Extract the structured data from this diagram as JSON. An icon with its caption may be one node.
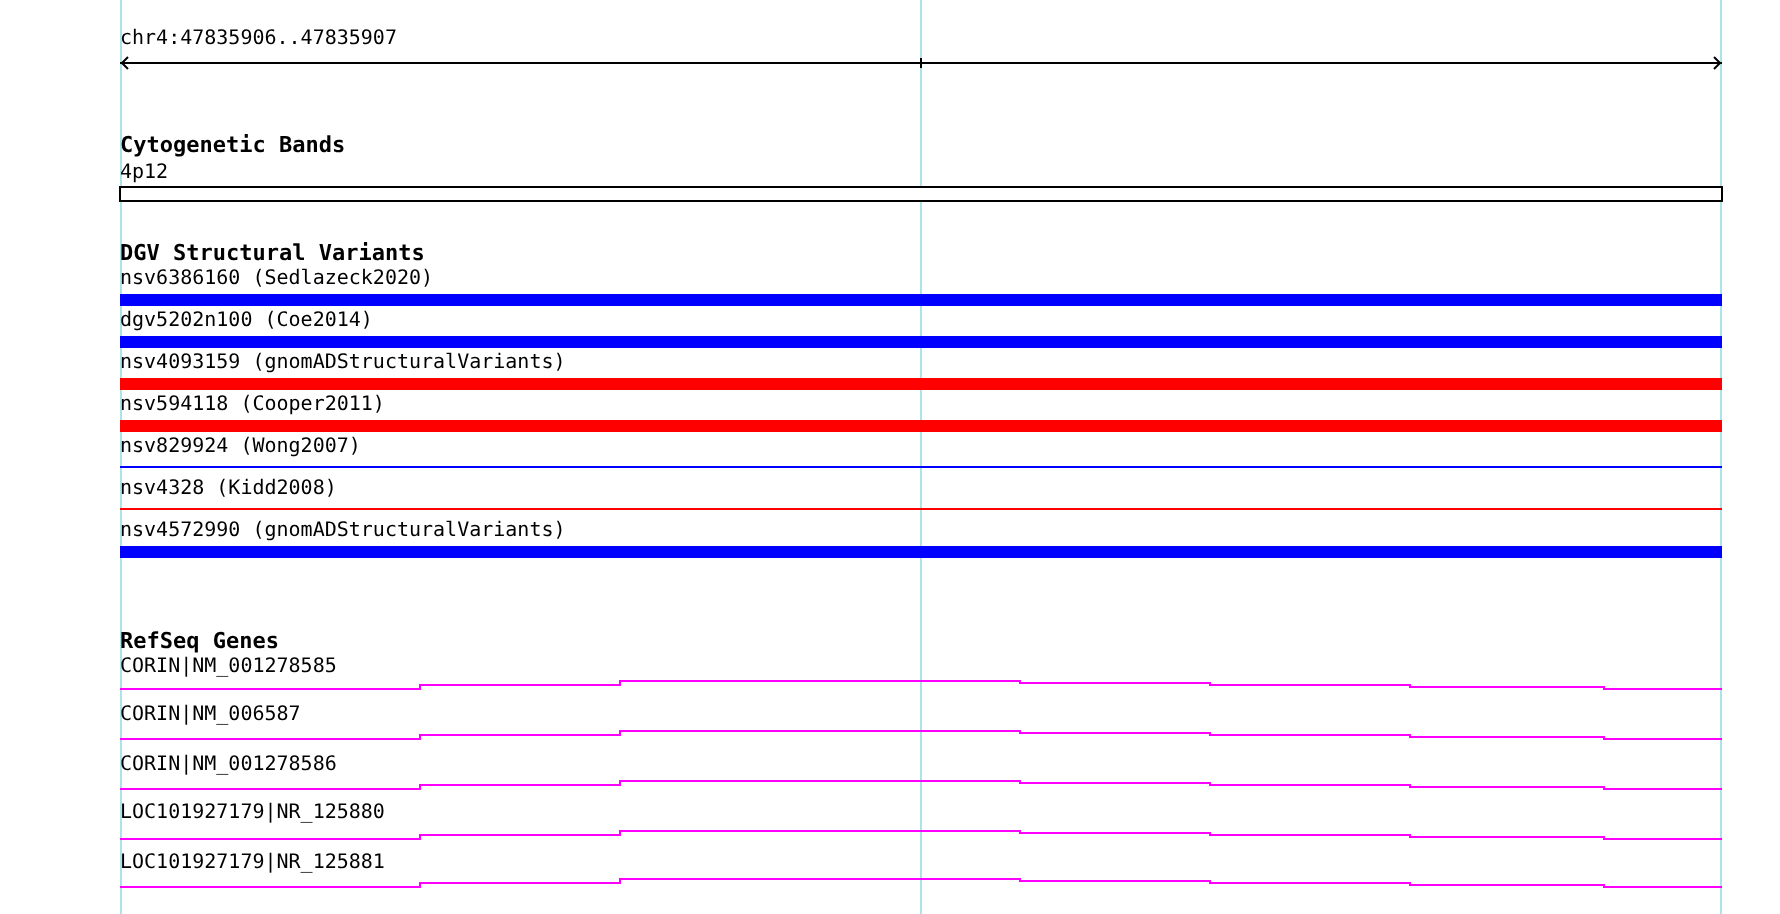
{
  "diagram": {
    "labels": [
      "chr4:47835906..47835907",
      "Cytogenetic Bands",
      "4p12",
      "DGV Structural Variants",
      "nsv6386160 (Sedlazeck2020)",
      "dgv5202n100 (Coe2014)",
      "nsv4093159 (gnomADStructuralVariants)",
      "nsv594118 (Cooper2011)",
      "nsv829924 (Wong2007)",
      "nsv4328 (Kidd2008)",
      "nsv4572990 (gnomADStructuralVariants)",
      "RefSeq Genes",
      "CORIN|NM_001278585",
      "CORIN|NM_006587",
      "CORIN|NM_001278586",
      "LOC101927179|NR_125880",
      "LOC101927179|NR_125881"
    ]
  }
}
